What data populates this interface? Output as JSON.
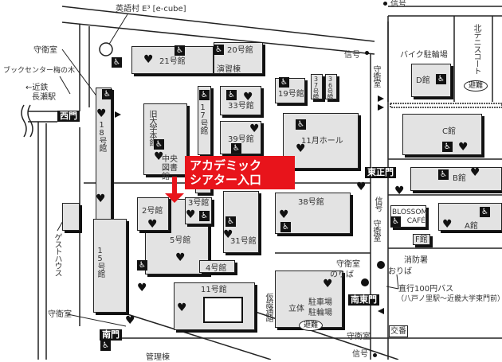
{
  "map": {
    "callout": {
      "line1": "アカデミック",
      "line2": "シアター入口",
      "color": "#e8141b"
    },
    "labels": {
      "ecube": "英語村 E³ [e-cube]",
      "guard_nw": "守衛室",
      "bookcenter": "ブックセンター梅の木",
      "station_arrow": "←近鉄",
      "station": "長瀬駅",
      "b21": "21号館",
      "b20": "20号館",
      "enshu": "演習棟",
      "b33": "33号館",
      "b39": "39号館",
      "b17": "17号館",
      "old_main": "旧大学本館",
      "library": "中央図書館",
      "b18": "18号館",
      "b19": "19号館",
      "b37": "37号館",
      "b36": "36号館",
      "nov_hall": "11月ホール",
      "signal1": "信号",
      "signal2": "信号",
      "signal3": "信号",
      "signal4": "信号",
      "guard_ne": "守衛室",
      "bike": "バイク駐輪場",
      "bD": "D館",
      "tennis": "北テニスコート",
      "evac1": "避難",
      "bC": "C館",
      "bB": "B館",
      "bA": "A館",
      "bF": "F館",
      "blossom": "BLOSSOM CAFÉ",
      "b38": "38号館",
      "guard_e": "守衛室",
      "fire": "消防署",
      "oriba": "おりば",
      "bus": "直行100円バス",
      "bus_route": "（八戸ノ里駅〜近畿大学東門前）",
      "guard_noriba": "守衛室",
      "noriba": "のりば",
      "parking1": "立体",
      "parking2": "駐車場",
      "parking3": "駐輪場",
      "evac2": "避難",
      "guard_se": "守衛室",
      "koban": "交番",
      "temp_path": "仮設通路",
      "b2": "2号館",
      "b3": "3号館",
      "b5": "5号館",
      "b4": "4号館",
      "b31": "31号館",
      "b11": "11号館",
      "b15": "15号館",
      "guesthouse": "ゲストハウス",
      "guard_sw": "守衛室",
      "admin": "管理棟"
    },
    "gates": {
      "west": "西門",
      "east_main": "東正門",
      "south_east": "南東門",
      "south": "南門"
    },
    "icons": {
      "wheelchair": "wheelchair-icon",
      "aed": "aed-heart-icon",
      "bus_stop": "bus-stop-icon"
    }
  }
}
